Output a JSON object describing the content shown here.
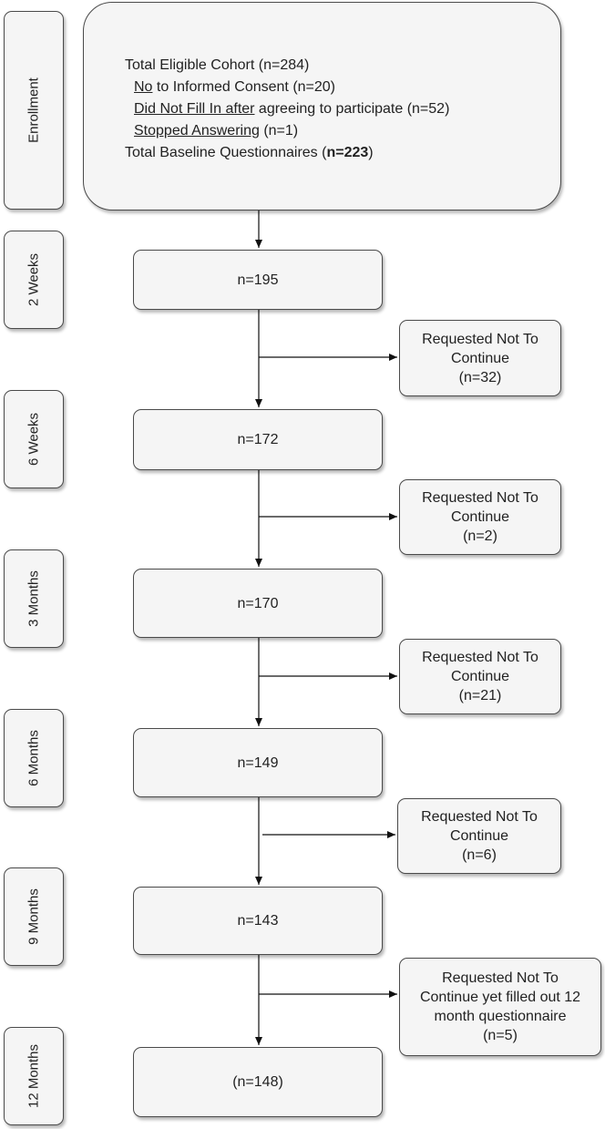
{
  "stages": [
    "Enrollment",
    "2 Weeks",
    "6 Weeks",
    "3  Months",
    "6  Months",
    "9  Months",
    "12 Months"
  ],
  "enrollment": {
    "line1": "Total Eligible Cohort (n=284)",
    "line2_u": "No",
    "line2_rest": " to Informed Consent (n=20)",
    "line3_u": "Did Not Fill In after",
    "line3_rest": " agreeing to participate (n=52)",
    "line4_u": "Stopped Answering",
    "line4_rest": " (n=1)",
    "line5_pre": "Total Baseline Questionnaires (",
    "line5_bold": "n=223",
    "line5_post": ")"
  },
  "counts": [
    "n=195",
    "n=172",
    "n=170",
    "n=149",
    "n=143",
    "(n=148)"
  ],
  "withdrawals": [
    {
      "line1": "Requested Not To",
      "line2": "Continue",
      "line3": "(n=32)"
    },
    {
      "line1": "Requested Not To",
      "line2": "Continue",
      "line3": "(n=2)"
    },
    {
      "line1": "Requested Not To",
      "line2": "Continue",
      "line3": "(n=21)"
    },
    {
      "line1": "Requested Not To",
      "line2": "Continue",
      "line3": "(n=6)"
    },
    {
      "line1": "Requested Not To",
      "line2": "Continue yet filled out 12",
      "line3": "month questionnaire",
      "line4": "(n=5)"
    }
  ]
}
